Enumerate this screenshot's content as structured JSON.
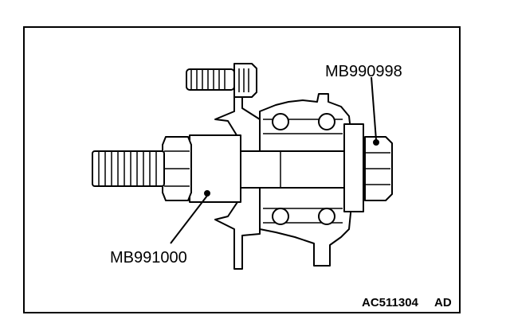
{
  "labels": {
    "tool_right": "MB990998",
    "tool_left": "MB991000",
    "figure_id": "AC511304",
    "figure_suffix": "AD"
  }
}
